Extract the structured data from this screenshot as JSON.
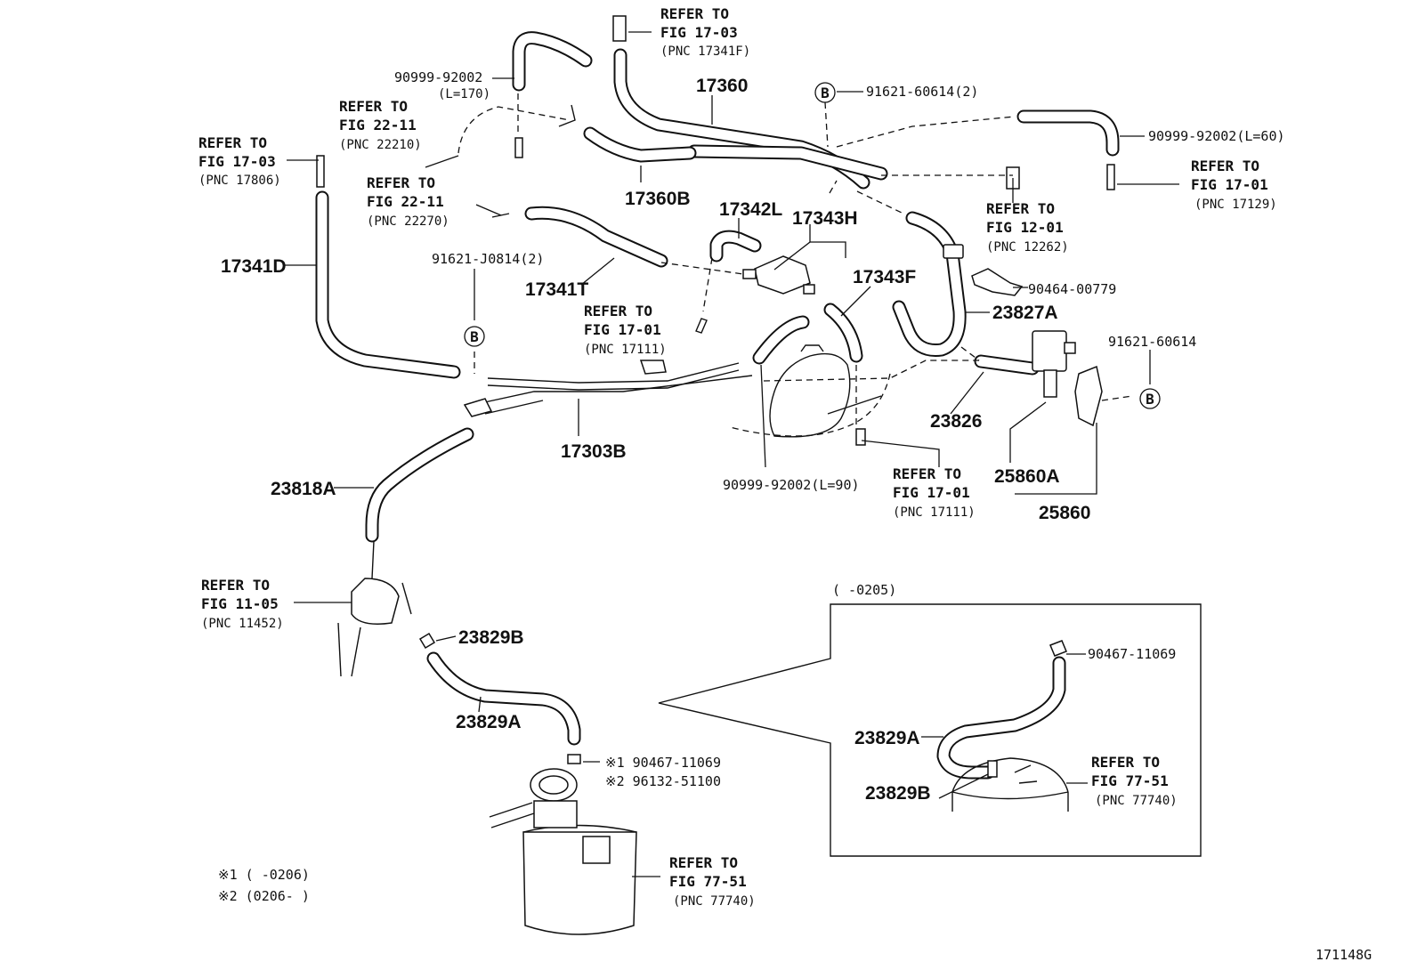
{
  "parts": {
    "p17360": "17360",
    "p17360B": "17360B",
    "p17341D": "17341D",
    "p17341T": "17341T",
    "p17342L": "17342L",
    "p17343H": "17343H",
    "p17343F": "17343F",
    "p23827A": "23827A",
    "p23826": "23826",
    "p25860A": "25860A",
    "p25860": "25860",
    "p17303B": "17303B",
    "p23818A": "23818A",
    "p23829B": "23829B",
    "p23829A": "23829A",
    "inset_23829A": "23829A",
    "inset_23829B": "23829B"
  },
  "codes": {
    "c90999_92002_top": "90999-92002",
    "c_L170": "(L=170)",
    "c91621_60614_2": "91621-60614(2)",
    "c90999_92002_L60": "90999-92002(L=60)",
    "c91621_J0814": "91621-J0814(2)",
    "c90464_00779": "90464-00779",
    "c91621_60614": "91621-60614",
    "c90999_92002_L90": "90999-92002(L=90)",
    "c_note1": "※1 90467-11069",
    "c_note2": "※2 96132-51100",
    "c_inset_90467": "90467-11069"
  },
  "callouts": {
    "b": "B"
  },
  "refs": {
    "r1": {
      "l1": "REFER TO",
      "l2": "FIG 17-03",
      "l3": "(PNC 17341F)"
    },
    "r2": {
      "l1": "REFER TO",
      "l2": "FIG 22-11",
      "l3": "(PNC 22210)"
    },
    "r3": {
      "l1": "REFER TO",
      "l2": "FIG 17-03",
      "l3": "(PNC 17806)"
    },
    "r4": {
      "l1": "REFER TO",
      "l2": "FIG 22-11",
      "l3": "(PNC 22270)"
    },
    "r5": {
      "l1": "REFER TO",
      "l2": "FIG 17-01",
      "l3": "(PNC 17129)"
    },
    "r6": {
      "l1": "REFER TO",
      "l2": "FIG 12-01",
      "l3": "(PNC 12262)"
    },
    "r7": {
      "l1": "REFER TO",
      "l2": "FIG 17-01",
      "l3": "(PNC 17111)"
    },
    "r8": {
      "l1": "REFER TO",
      "l2": "FIG 17-01",
      "l3": "(PNC 17111)"
    },
    "r9": {
      "l1": "REFER TO",
      "l2": "FIG 11-05",
      "l3": "(PNC 11452)"
    },
    "r10": {
      "l1": "REFER TO",
      "l2": "FIG 77-51",
      "l3": "(PNC 77740)"
    },
    "r11": {
      "l1": "REFER TO",
      "l2": "FIG 77-51",
      "l3": "(PNC 77740)"
    }
  },
  "inset": {
    "range": "(      -0205)"
  },
  "legend": {
    "n1": "※1 (      -0206)",
    "n2": "※2 (0206-      )"
  },
  "figure_id": "171148G"
}
